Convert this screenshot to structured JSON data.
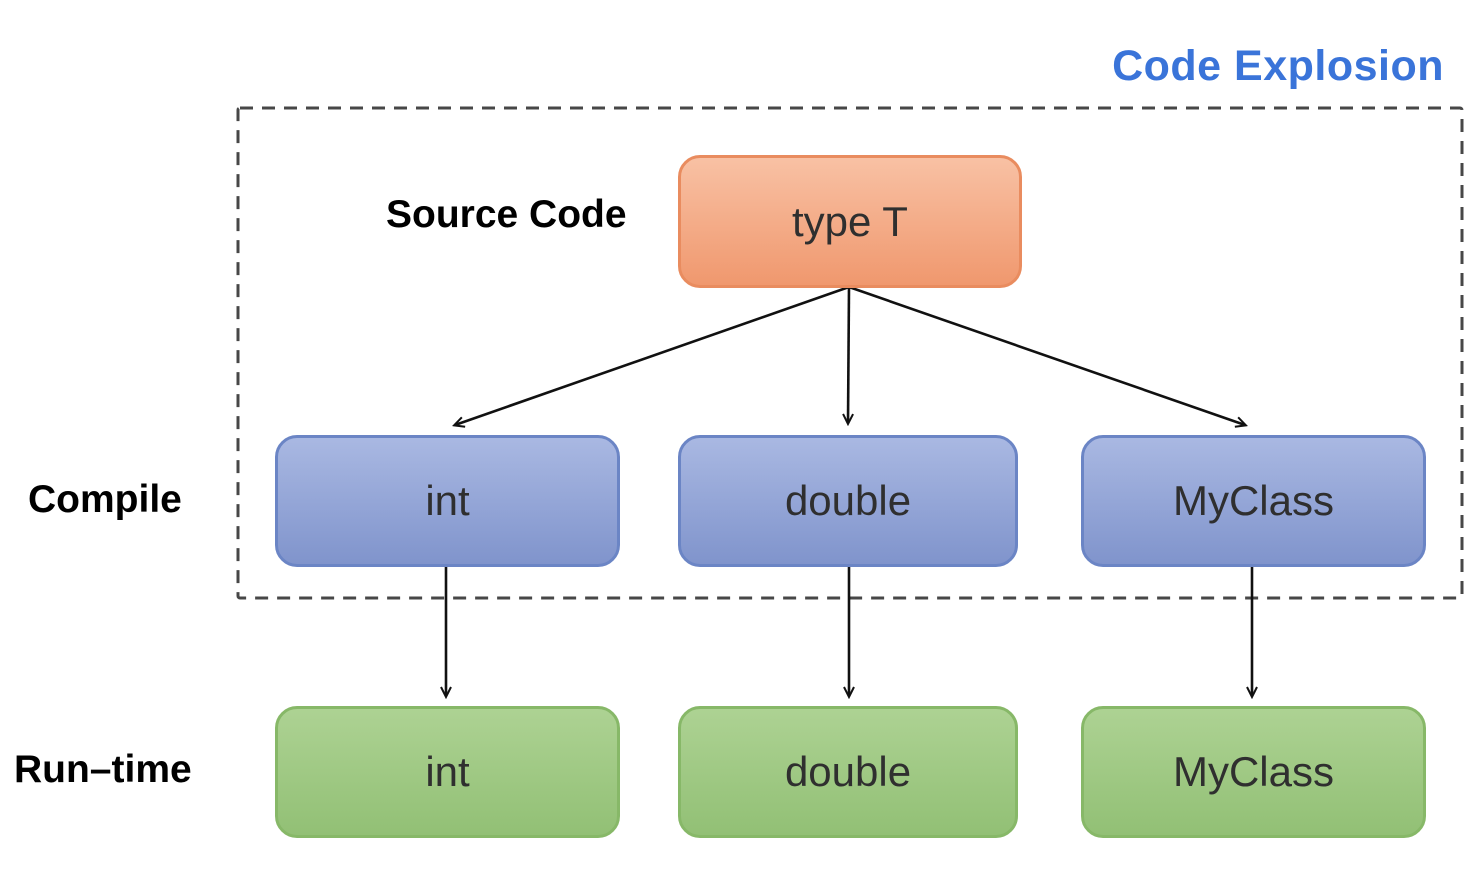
{
  "title": "Code Explosion",
  "row_labels": {
    "source": "Source Code",
    "compile": "Compile",
    "runtime": "Run–time"
  },
  "source_box": {
    "label": "type T"
  },
  "compile_row": [
    "int",
    "double",
    "MyClass"
  ],
  "runtime_row": [
    "int",
    "double",
    "MyClass"
  ],
  "colors": {
    "title_blue": "#3a74d9",
    "orange_fill_top": "#f8c1a4",
    "orange_fill_bottom": "#f0986e",
    "orange_border": "#e98c5f",
    "blue_fill_top": "#a9b8e2",
    "blue_fill_bottom": "#8094cc",
    "blue_border": "#6b85c5",
    "green_fill_top": "#add293",
    "green_fill_bottom": "#92c075",
    "green_border": "#87b868",
    "box_text": "#2f2f2f",
    "label_text": "#000000",
    "line_color": "#111111",
    "dash_color": "#474747"
  }
}
